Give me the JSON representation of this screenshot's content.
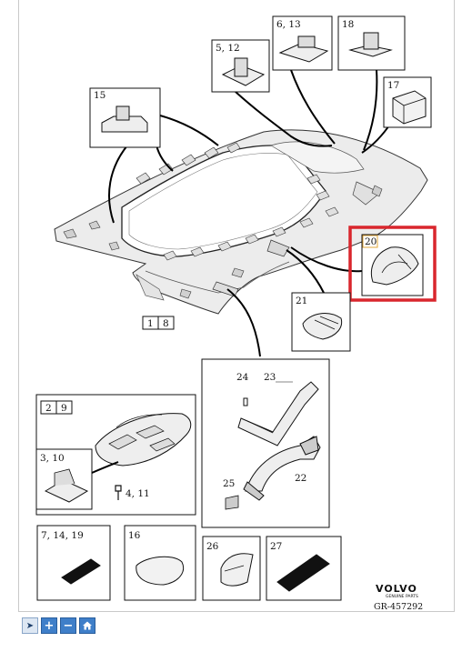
{
  "callouts": {
    "c_5_12": "5, 12",
    "c_6_13": "6, 13",
    "c_18": "18",
    "c_17": "17",
    "c_15": "15",
    "c_20": "20",
    "c_21": "21",
    "c_1_8": [
      "1",
      "8"
    ],
    "c_2_9": [
      "2",
      "9"
    ],
    "c_3_10": "3, 10",
    "c_4_11": "4, 11",
    "c_24": "24",
    "c_23": "23",
    "c_25": "25",
    "c_22": "22",
    "c_7_14_19": "7, 14, 19",
    "c_16": "16",
    "c_26": "26",
    "c_27": "27"
  },
  "brand": {
    "name": "VOLVO",
    "sub": "GENUINE PARTS",
    "ref": "GR-457292"
  },
  "highlight_color": "#d9262d",
  "toolbar": {
    "select_icon": "pointer-icon",
    "zoom_in_icon": "plus-icon",
    "zoom_out_icon": "minus-icon",
    "home_icon": "home-icon",
    "zoom_in": "+",
    "zoom_out": "−"
  }
}
